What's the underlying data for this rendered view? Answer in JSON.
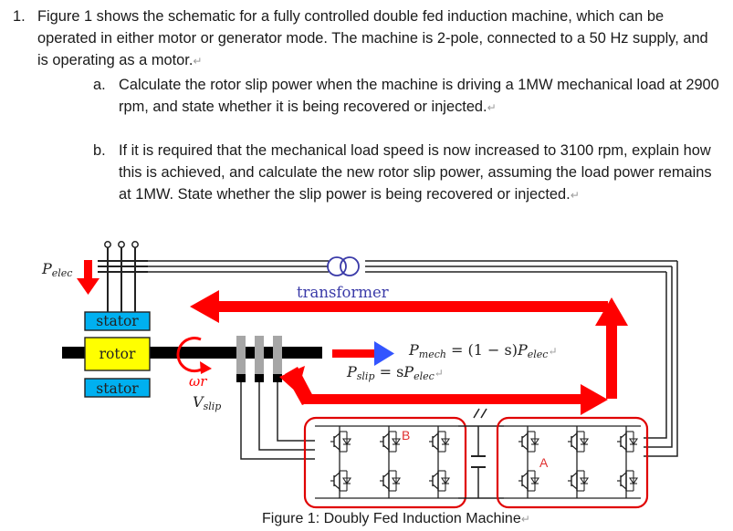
{
  "question": {
    "number": "1.",
    "text": "Figure 1 shows the schematic for a fully controlled double fed induction machine, which can be operated in either motor or generator mode. The machine is 2-pole, connected to a 50 Hz supply, and is operating as a motor.",
    "parts": [
      {
        "label": "a.",
        "text": "Calculate the rotor slip power when the machine is driving a 1MW mechanical load at 2900 rpm, and state whether it is being recovered or injected."
      },
      {
        "label": "b.",
        "text": "If it is required that the mechanical load speed is now increased to 3100 rpm, explain how this is achieved, and calculate the new rotor slip power, assuming the load power remains at 1MW.  State whether the slip power is being recovered or injected."
      }
    ],
    "paragraph_mark": "↵"
  },
  "figure": {
    "p_elec_label": "Pelec",
    "p_elec_sub": "elec",
    "p_elec_main": "P",
    "transformer_label": "transformer",
    "stator_top": "stator",
    "rotor": "rotor",
    "stator_bottom": "stator",
    "omega_label": "ωr",
    "v_slip_main": "V",
    "v_slip_sub": "slip",
    "eq1": "Pmech = (1 − s)Pelec",
    "eq1_parts": {
      "p1": "P",
      "s1": "mech",
      "mid": " = (1 − s)",
      "p2": "P",
      "s2": "elec"
    },
    "eq2_parts": {
      "p1": "P",
      "s1": "slip",
      "mid": " = s",
      "p2": "P",
      "s2": "elec"
    },
    "converter_b": "B",
    "converter_a": "A",
    "caption": "Figure 1: Doubly Fed Induction Machine"
  },
  "colors": {
    "arrow_red": "#ff0000",
    "stator_fill": "#00b0f0",
    "rotor_fill": "#ffff00",
    "converter_ring": "#e00000",
    "label_red": "#e03030"
  }
}
